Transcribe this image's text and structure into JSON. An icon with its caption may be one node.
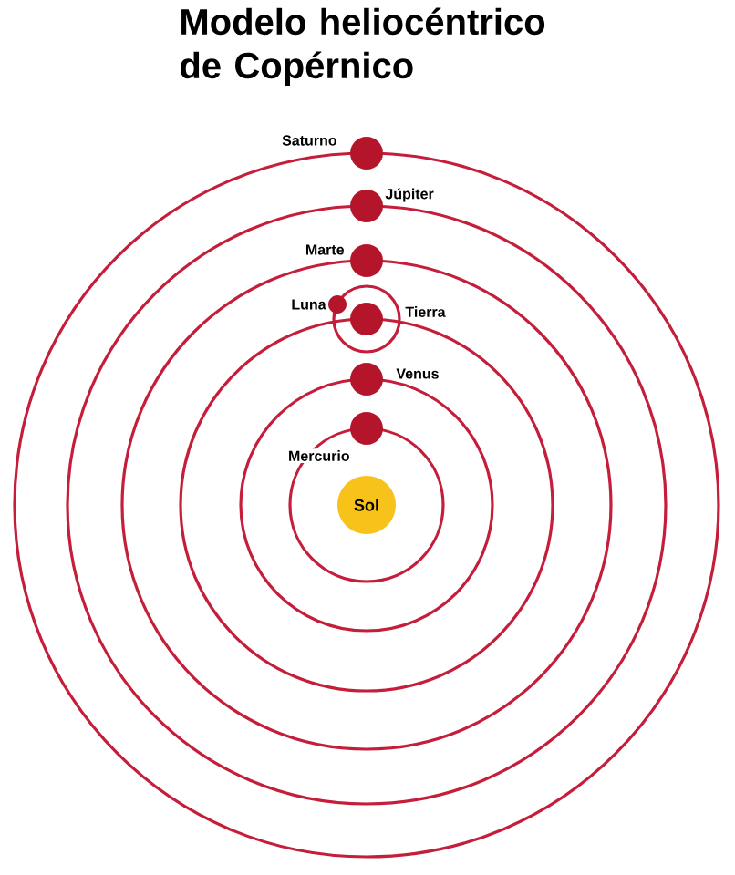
{
  "diagram": {
    "title": "Modelo heliocéntrico de Copérnico",
    "nodes": [
      {
        "text": [
          "Sol"
        ]
      },
      {
        "text": [],
        "shape": "circle",
        "beside": [
          "Saturno"
        ]
      },
      {
        "text": [],
        "shape": "circle",
        "beside": [
          "Júpiter"
        ]
      },
      {
        "text": [],
        "shape": "circle",
        "beside": [
          "Marte"
        ]
      },
      {
        "text": [],
        "shape": "circle",
        "beside": [
          "Luna"
        ]
      },
      {
        "text": [],
        "shape": "circle",
        "beside": [
          "Tierra"
        ]
      },
      {
        "text": [],
        "shape": "circle",
        "beside": [
          "Venus"
        ]
      },
      {
        "text": [],
        "shape": "circle",
        "beside": [
          "Mercurio"
        ]
      }
    ]
  }
}
